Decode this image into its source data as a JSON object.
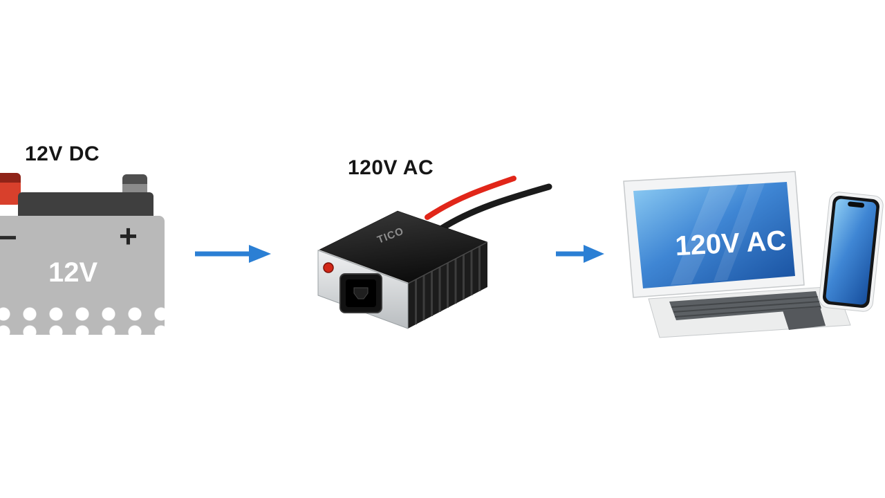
{
  "battery": {
    "label": "12V DC",
    "minus_sign": "−",
    "plus_sign": "+",
    "body_text": "12V"
  },
  "inverter": {
    "label": "120V AC",
    "brand": "TICO"
  },
  "devices": {
    "screen_text": "120V AC"
  },
  "colors": {
    "arrow_blue": "#2b7fd4",
    "battery_body_gray": "#b9b9b9",
    "battery_top_black": "#3f3f3f",
    "terminal_red": "#d8402c",
    "terminal_gray": "#8b8b8b",
    "inverter_black": "#1c1c1c",
    "cable_red": "#e12619",
    "cable_black": "#1b1b1b",
    "screen_blue_light": "#8ecdf4",
    "screen_blue_dark": "#174f9e",
    "background": "#ffffff"
  }
}
